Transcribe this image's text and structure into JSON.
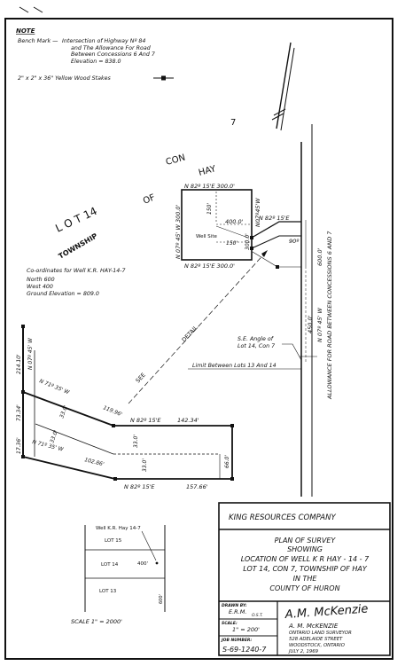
{
  "note": {
    "heading": "NOTE",
    "bench_mark_label": "Bench Mark —",
    "bench_mark_lines": [
      "Intersection of Highway Nº 84",
      "and The Allowance For Road",
      "Between Concessions 6 And 7",
      "Elevation = 838.0"
    ],
    "stakes": "2\" x 2\" x 36\" Yellow Wood Stakes"
  },
  "map_labels": {
    "con": "CON",
    "seven": "7",
    "hay": "HAY",
    "lot14": "L O T   14",
    "of": "OF",
    "township": "TOWNSHIP",
    "road_allowance": "ALLOWANCE FOR ROAD BETWEEN CONCESSIONS 6 AND 7",
    "detail": "DETAIL",
    "see": "SEE",
    "well_site": "Well Site"
  },
  "coordinates": {
    "title": "Co-ordinates for Well K.R. HAY-14-7",
    "north": "North  600",
    "west": "West   400",
    "ground": "Ground Elevation = 809.0"
  },
  "upper_plot": {
    "top": "N 82º 15'E   300.0'",
    "left": "N 07º 45' W 300.0'",
    "right": "N07º45'W",
    "right_300": "300.0'",
    "bottom": "N 82º 15'E   300.0'",
    "d150_top": "150'",
    "d150_mid": "150'",
    "d400": "400.0'",
    "right_bearing": "N 82º 15'E",
    "angle": "90º",
    "d600": "600.0'",
    "d450": "450.0'",
    "road_bearing": "N 07º 45' W"
  },
  "se_angle": [
    "S.E. Angle of",
    "Lot 14, Con 7"
  ],
  "limit_line": "Limit Between Lots 13 And 14",
  "lower_plot": {
    "d214": "214.10'",
    "bearing_left": "N 07º 45' W",
    "bearing_top": "N 71º 35' W",
    "d119": "119.96'",
    "bearing_mid": "N 82º 15'E",
    "d142": "142.34'",
    "d73": "73.34'",
    "d33a": "33.0'",
    "d33b": "33.0'",
    "d33c": "33.0'",
    "d33d": "33.0'",
    "d66": "66.0'",
    "d17": "17.36'",
    "bearing_low": "N 71º 35' W",
    "d102": "102.86'",
    "bearing_bottom": "N 82º 15'E",
    "d157": "157.66'"
  },
  "key_map": {
    "well": "Well K.R. Hay 14-7",
    "lot15": "LOT    15",
    "lot14": "LOT  14",
    "lot13": "LOT   13",
    "d400": "400'",
    "d600": "600'",
    "scale": "SCALE   1\" = 2000'"
  },
  "title_block": {
    "company": "KING   RESOURCES   COMPANY",
    "lines": [
      "PLAN  OF  SURVEY",
      "SHOWING",
      "LOCATION OF WELL  K R  HAY - 14 - 7",
      "LOT 14, CON 7, TOWNSHIP OF HAY",
      "IN     THE",
      "COUNTY OF HURON"
    ],
    "drawn_by_label": "DRAWN BY:",
    "drawn_by": "E.R.M.",
    "drawn_by_sub": "O.S.T.",
    "scale_label": "SCALE:",
    "scale": "1\" = 200'",
    "job_label": "JOB NUMBER:",
    "job": "S-69-1240-7",
    "signature": "A.M. McKenzie",
    "surveyor": [
      "A. M. McKENZIE",
      "ONTARIO LAND SURVEYOR",
      "528 ADELAIDE STREET",
      "WOODSTOCK, ONTARIO",
      "JULY 2, 1969"
    ]
  }
}
